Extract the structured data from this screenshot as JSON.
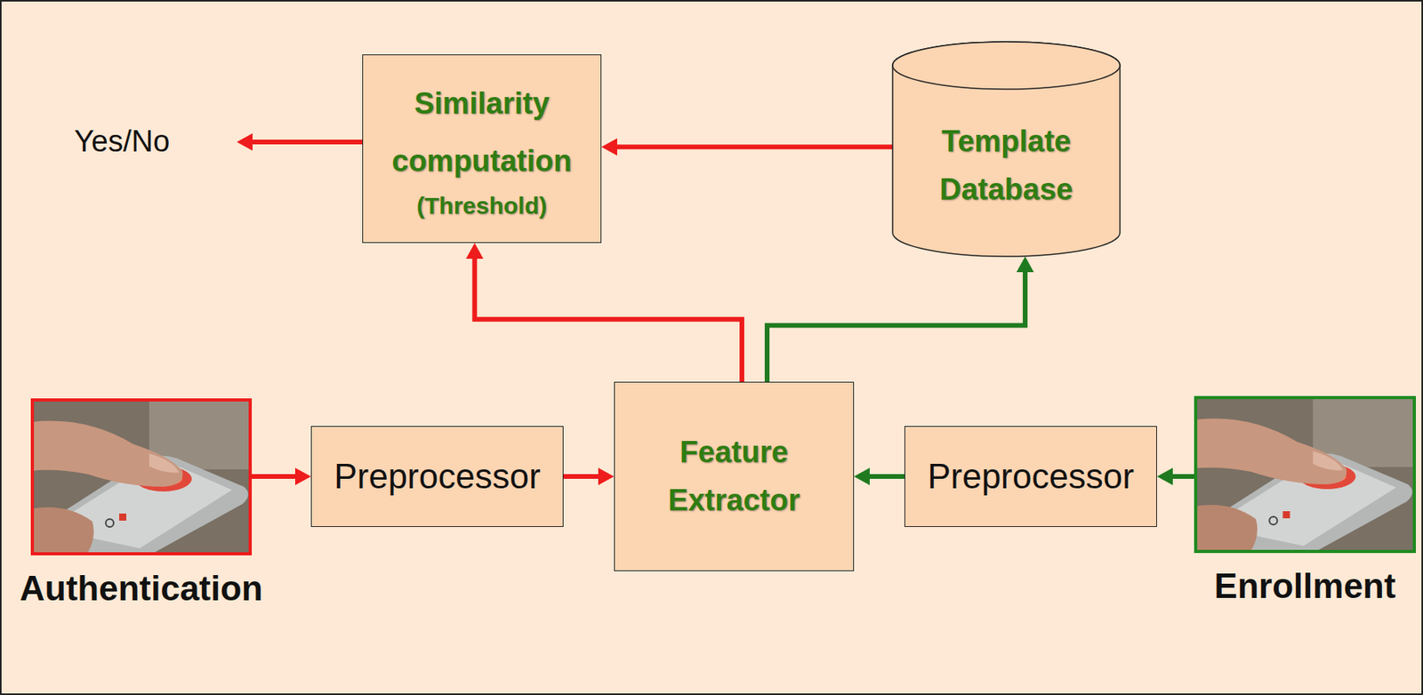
{
  "diagram": {
    "nodes": [
      {
        "text": [
          "Similarity computation",
          "(Threshold)"
        ]
      },
      {
        "text": [
          "Template Database"
        ]
      },
      {
        "text": [
          "Authentication"
        ]
      },
      {
        "text": [
          "Preprocessor"
        ]
      },
      {
        "text": [
          "Feature Extractor"
        ]
      },
      {
        "text": [
          "Preprocessor"
        ]
      },
      {
        "text": [
          "Enrollment"
        ]
      }
    ],
    "edges": [
      {
        "from": 2,
        "to": 3,
        "arrow": "to"
      },
      {
        "from": 3,
        "to": 4,
        "arrow": "to"
      },
      {
        "from": 4,
        "to": 0,
        "arrow": "to"
      },
      {
        "from": 1,
        "to": 0,
        "arrow": "to"
      },
      {
        "from": 6,
        "to": 5,
        "arrow": "to"
      },
      {
        "from": 5,
        "to": 4,
        "arrow": "to"
      },
      {
        "from": 4,
        "to": 1,
        "arrow": "to"
      }
    ],
    "labels": [
      "Yes/No"
    ]
  }
}
